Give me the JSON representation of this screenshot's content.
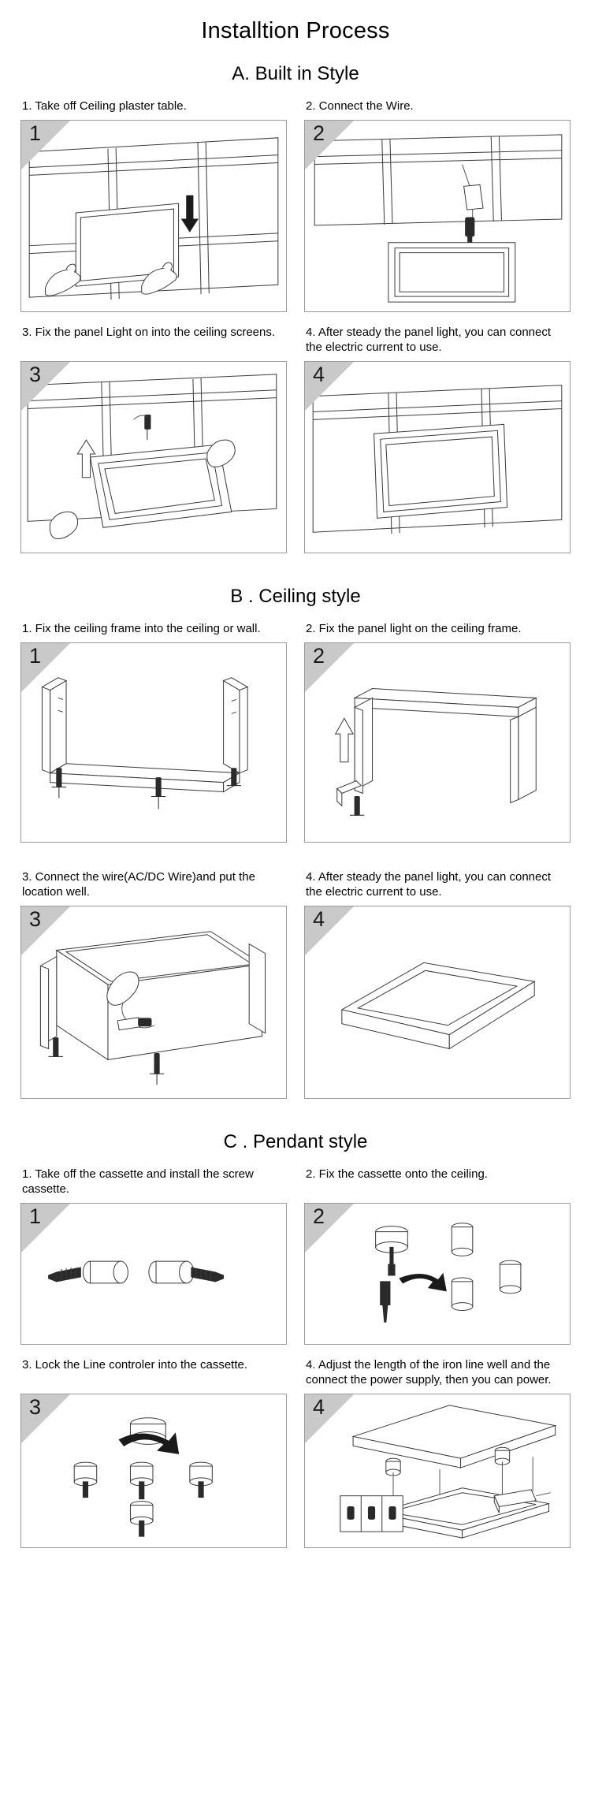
{
  "document": {
    "title": "Installtion Process"
  },
  "sections": [
    {
      "id": "section-a",
      "title": "A. Built in Style",
      "steps": [
        {
          "number": "1",
          "caption": "1. Take off Ceiling plaster table."
        },
        {
          "number": "2",
          "caption": "2. Connect the Wire."
        },
        {
          "number": "3",
          "caption": "3. Fix the panel Light on into the ceiling screens."
        },
        {
          "number": "4",
          "caption": "4. After steady the panel light, you can connect\n    the electric current to use."
        }
      ]
    },
    {
      "id": "section-b",
      "title": "B . Ceiling style",
      "steps": [
        {
          "number": "1",
          "caption": "1. Fix the ceiling frame into the ceiling or wall."
        },
        {
          "number": "2",
          "caption": "2. Fix the panel light on the ceiling frame."
        },
        {
          "number": "3",
          "caption": "3. Connect the wire(AC/DC Wire)and put the\n    location well."
        },
        {
          "number": "4",
          "caption": "4. After steady the panel light, you can connect\n    the electric current to use."
        }
      ]
    },
    {
      "id": "section-c",
      "title": "C . Pendant style",
      "steps": [
        {
          "number": "1",
          "caption": "1. Take off the cassette and install the screw\n    cassette."
        },
        {
          "number": "2",
          "caption": "2. Fix the cassette onto the ceiling."
        },
        {
          "number": "3",
          "caption": "3. Lock the Line controler into the cassette."
        },
        {
          "number": "4",
          "caption": "4. Adjust the length of the iron line well and the\n    connect the power supply, then you can power."
        }
      ]
    }
  ],
  "style": {
    "corner_triangle_color": "#c9c9c9",
    "panel_border_color": "#9a9a9a",
    "line_color": "#3c3c3c",
    "text_color": "#000000",
    "background": "#ffffff"
  }
}
